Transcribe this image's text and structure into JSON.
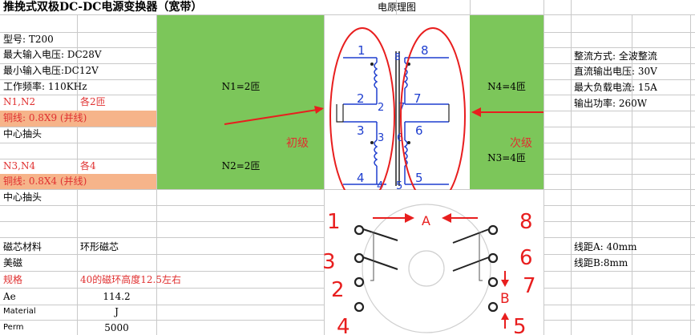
{
  "title": "推挽式双极DC-DC电源变换器（宽带）",
  "schematic_label": "电原理图",
  "left": {
    "model": "型号: T200",
    "max_in": "最大输入电压: DC28V",
    "min_in": "最小输入电压:DC12V",
    "freq": "工作频率: 110KHz",
    "n1n2_label": "N1,N2",
    "n1n2_val": "各2匝",
    "wire1": "铜线: 0.8X9 (并线)",
    "tap1": "中心抽头",
    "n3n4_label": "N3,N4",
    "n3n4_val": "各4",
    "wire2": "铜线: 0.8X4 (并线)",
    "tap2": "中心抽头",
    "core_mat_label": "磁芯材料",
    "core_mat_val": "环形磁芯",
    "brand": "美磁",
    "spec_label": "规格",
    "spec_val": "40的磁环高度12.5左右",
    "ae_label": "Ae",
    "ae_val": "114.2",
    "material_label": "Material",
    "material_val": "J",
    "perm_label": "Perm",
    "perm_val": "5000"
  },
  "mid": {
    "n1": "N1=2匝",
    "n2": "N2=2匝",
    "n4": "N4=4匝",
    "n3": "N3=4匝",
    "primary": "初级",
    "secondary": "次级"
  },
  "right": {
    "rect": "整流方式: 全波整流",
    "dc_out": "直流输出电压: 30V",
    "max_i": "最大负载电流: 15A",
    "power": "输出功率: 260W",
    "dist_a": "线距A: 40mm",
    "dist_b": "线距B:8mm"
  },
  "diagram": {
    "pin1": "1",
    "pin2": "2",
    "pin3": "3",
    "pin4": "4",
    "pin5": "5",
    "pin6": "6",
    "pin7": "7",
    "pin8": "8",
    "p8": "8",
    "p7": "7",
    "p6": "6",
    "p5": "5",
    "hand1": "1",
    "hand2": "2",
    "hand3": "3",
    "hand4": "4",
    "hand5": "5",
    "hand6": "6",
    "hand7": "7",
    "hand8": "8",
    "label_a": "A",
    "label_b": "B"
  }
}
